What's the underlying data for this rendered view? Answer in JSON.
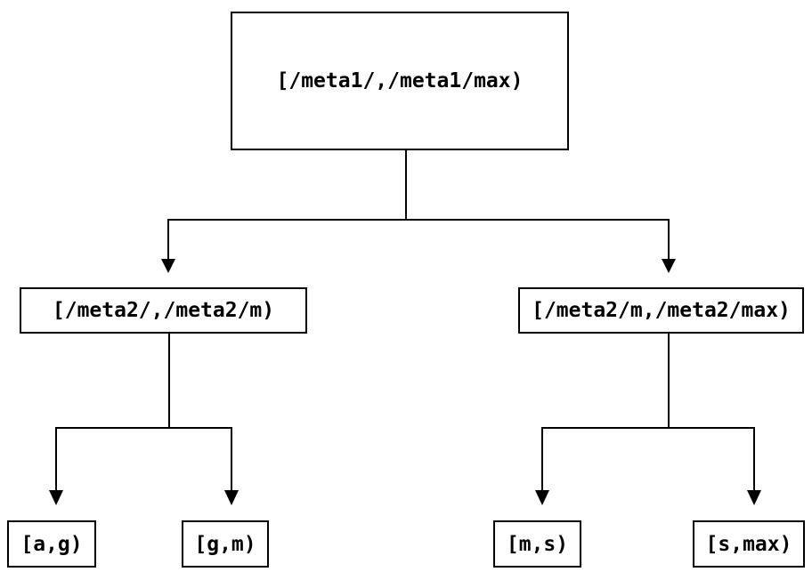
{
  "diagram": {
    "type": "tree",
    "colors": {
      "background": "#ffffff",
      "line": "#000000",
      "text": "#000000",
      "node_border": "#000000",
      "node_fill": "#ffffff"
    },
    "nodes": {
      "root": {
        "id": "root",
        "label": "[/meta1/,/meta1/max)"
      },
      "meta2_lo": {
        "id": "meta2_lo",
        "label": "[/meta2/,/meta2/m)"
      },
      "meta2_hi": {
        "id": "meta2_hi",
        "label": "[/meta2/m,/meta2/max)"
      },
      "leaf_ag": {
        "id": "leaf_ag",
        "label": "[a,g)"
      },
      "leaf_gm": {
        "id": "leaf_gm",
        "label": "[g,m)"
      },
      "leaf_ms": {
        "id": "leaf_ms",
        "label": "[m,s)"
      },
      "leaf_smax": {
        "id": "leaf_smax",
        "label": "[s,max)"
      }
    },
    "edges": [
      {
        "from": "root",
        "to": "meta2_lo"
      },
      {
        "from": "root",
        "to": "meta2_hi"
      },
      {
        "from": "meta2_lo",
        "to": "leaf_ag"
      },
      {
        "from": "meta2_lo",
        "to": "leaf_gm"
      },
      {
        "from": "meta2_hi",
        "to": "leaf_ms"
      },
      {
        "from": "meta2_hi",
        "to": "leaf_smax"
      }
    ]
  }
}
